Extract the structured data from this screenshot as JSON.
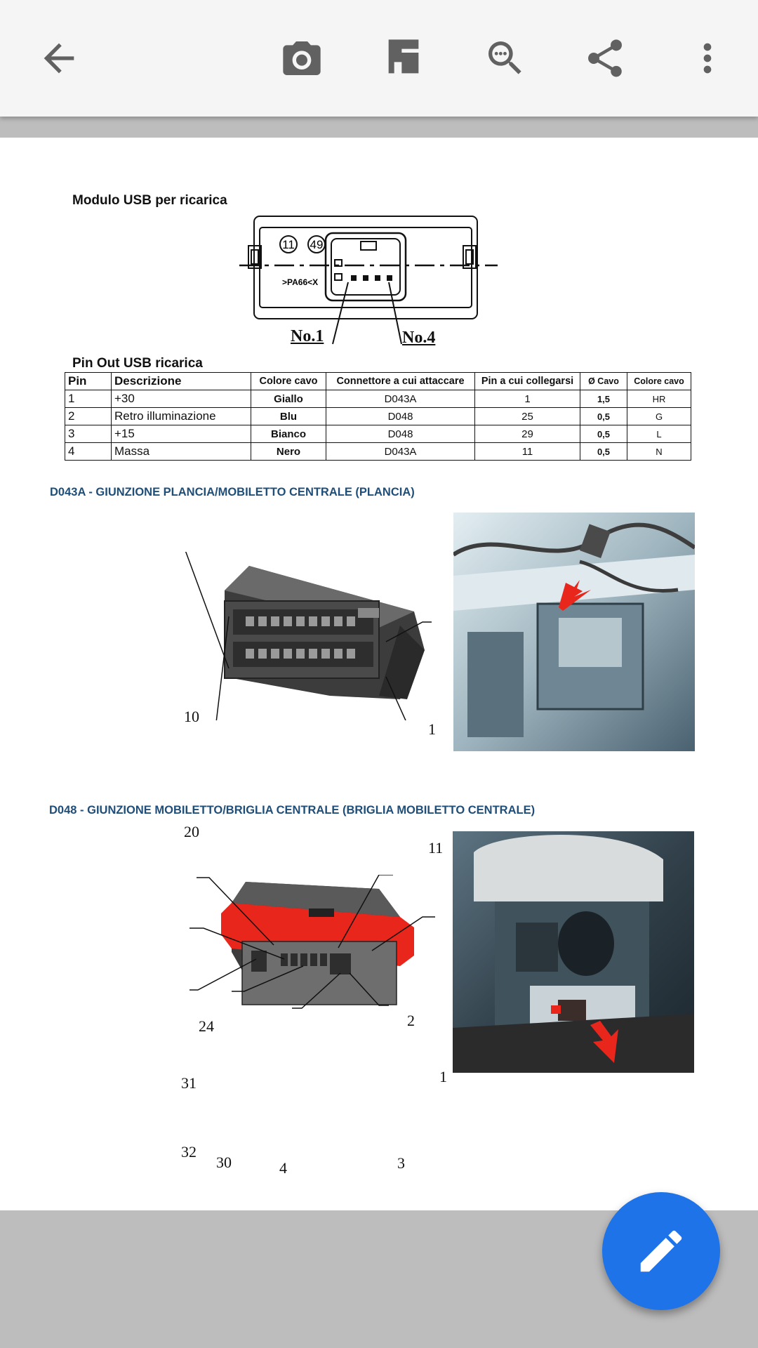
{
  "toolbar": {
    "icons": [
      "back-arrow-icon",
      "camera-icon",
      "document-icon",
      "search-more-icon",
      "share-icon",
      "more-vert-icon"
    ]
  },
  "document": {
    "module_title": "Modulo USB per ricarica",
    "connector_marks": {
      "circle_a": "11",
      "circle_b": "49",
      "material": ">PA66<X"
    },
    "pin_labels": {
      "first": "No.1",
      "last": "No.4"
    },
    "pinout_title": "Pin Out USB ricarica",
    "table": {
      "headers": [
        "Pin",
        "Descrizione",
        "Colore cavo",
        "Connettore a cui attaccare",
        "Pin a cui collegarsi",
        "Ø Cavo",
        "Colore cavo"
      ],
      "rows": [
        [
          "1",
          "+30",
          "Giallo",
          "D043A",
          "1",
          "1,5",
          "HR"
        ],
        [
          "2",
          "Retro illuminazione",
          "Blu",
          "D048",
          "25",
          "0,5",
          "G"
        ],
        [
          "3",
          "+15",
          "Bianco",
          "D048",
          "29",
          "0,5",
          "L"
        ],
        [
          "4",
          "Massa",
          "Nero",
          "D043A",
          "11",
          "0,5",
          "N"
        ]
      ]
    },
    "section1": {
      "title": "D043A - GIUNZIONE PLANCIA/MOBILETTO CENTRALE (PLANCIA)",
      "callouts": [
        "10",
        "1",
        "20",
        "11"
      ]
    },
    "section2": {
      "title": "D048 - GIUNZIONE MOBILETTO/BRIGLIA CENTRALE (BRIGLIA MOBILETTO CENTRALE)",
      "callouts": [
        "24",
        "2",
        "31",
        "1",
        "32",
        "30",
        "4",
        "3"
      ]
    }
  },
  "colors": {
    "fab": "#1e73e8",
    "section_title": "#1f4e79",
    "connector_red": "#e8261c"
  }
}
